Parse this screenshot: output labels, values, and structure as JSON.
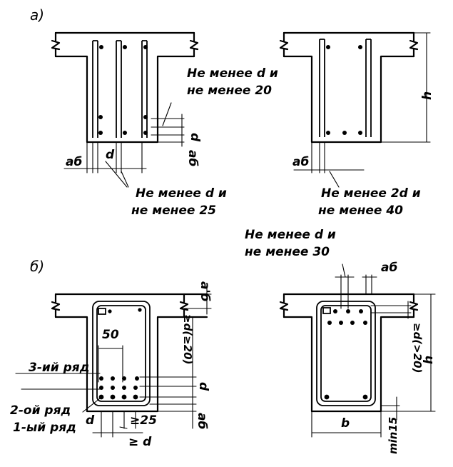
{
  "sections": {
    "a": "а)",
    "b": "б)"
  },
  "top_left": {
    "callout_1": [
      "Не менее d и",
      "не менее 20"
    ],
    "callout_2": [
      "Не менее d и",
      "не менее 25"
    ],
    "label_ab": "aб",
    "label_d": "d",
    "label_ab_vertical": "aб",
    "label_d_vertical": "d"
  },
  "top_right": {
    "callout": [
      "Не менее 2d и",
      "не менее 40"
    ],
    "label_ab": "aб",
    "label_h": "h"
  },
  "bottom_left": {
    "label_50": "50",
    "row_3": "3-ий ряд",
    "row_2": "2-ой ряд",
    "row_1": "1-ый ряд",
    "label_d": "d",
    "label_ge25": "≥25",
    "label_ged": "≥ d",
    "label_ge_d20": "≥d(≥20)",
    "label_d_vertical": "d",
    "label_ab": "aб",
    "label_ab_prime": "a'б"
  },
  "bottom_right": {
    "callout": [
      "Не менее d и",
      "не менее 30"
    ],
    "label_ab": "aб",
    "label_ge_d20": "≥d(>20)",
    "label_h": "h",
    "label_b": "b",
    "label_min15": "min15"
  }
}
